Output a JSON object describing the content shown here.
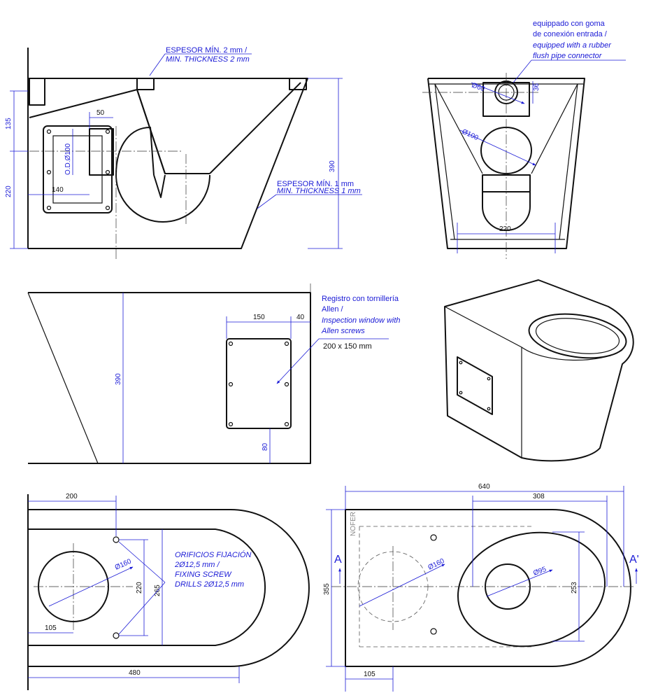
{
  "accent_color": "#1a1ad6",
  "line_color": "#111111",
  "side_section": {
    "note_top_es": "ESPESOR MÍN. 2 mm /",
    "note_top_en": "MIN. THICKNESS 2 mm",
    "note_mid_es": "ESPESOR MÍN. 1 mm",
    "note_mid_en": "MIN. THICKNESS 1 mm",
    "dim_135": "135",
    "dim_220": "220",
    "dim_50": "50",
    "dim_od": "O.D.Ø100",
    "dim_140": "140",
    "dim_390": "390"
  },
  "front_view": {
    "note_1": "equippado con goma",
    "note_2": "de conexión entrada /",
    "note_3": "equipped with a rubber",
    "note_4": "flush pipe connector",
    "dim_60": "Ø60",
    "dim_36": "36",
    "dim_100": "Ø100",
    "dim_220": "220"
  },
  "side_exterior": {
    "dim_390": "390",
    "dim_150": "150",
    "dim_40": "40",
    "dim_80": "80",
    "note_1": "Registro con tornillería",
    "note_2": "Allen /",
    "note_3": "Inspection window with",
    "note_4": "Allen screws",
    "note_size": "200 x 150 mm"
  },
  "plan_bottom": {
    "dim_200": "200",
    "dim_160": "Ø160",
    "dim_220": "220",
    "dim_265": "265",
    "dim_105": "105",
    "dim_480": "480",
    "note_1": "ORIFICIOS FIJACIÓN",
    "note_2": "2Ø12,5 mm /",
    "note_3": "FIXING SCREW",
    "note_4": "DRILLS 2Ø12,5 mm"
  },
  "plan_top": {
    "dim_640": "640",
    "dim_308": "308",
    "dim_355": "355",
    "dim_160": "Ø160",
    "dim_95": "Ø95",
    "dim_253": "253",
    "dim_105": "105",
    "section_a": "A",
    "section_a2": "A'",
    "brand": "NOFER"
  }
}
